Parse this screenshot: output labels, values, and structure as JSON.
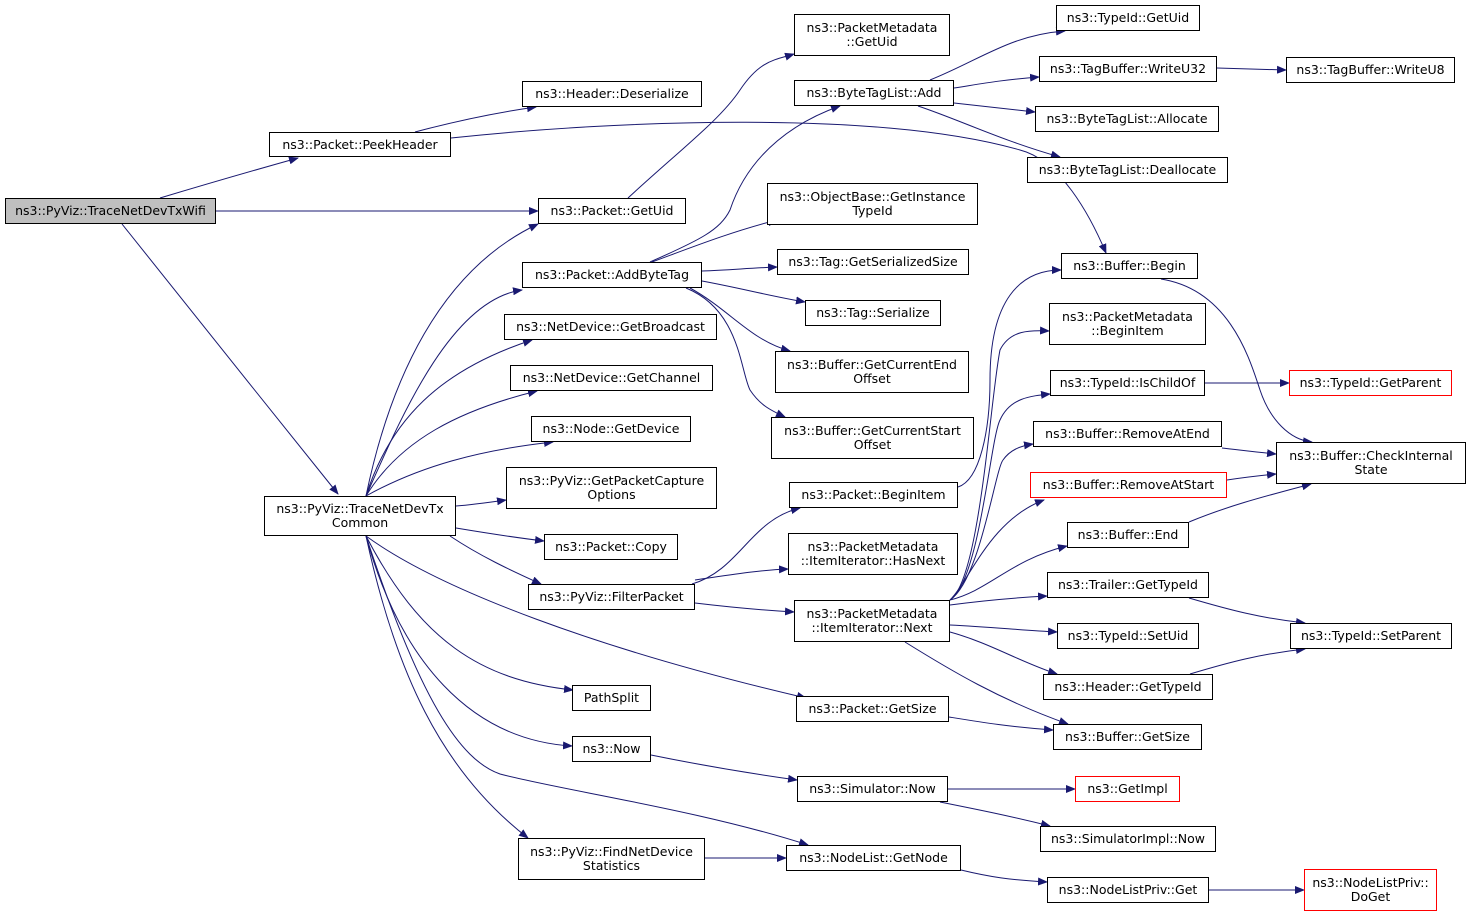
{
  "graph": {
    "edge_color": "#191970",
    "nodes": [
      {
        "id": "root",
        "lines": [
          "ns3::PyViz::TraceNetDevTxWifi"
        ],
        "style": "root"
      },
      {
        "id": "common",
        "lines": [
          "ns3::PyViz::TraceNetDevTx",
          "Common"
        ]
      },
      {
        "id": "peekheader",
        "lines": [
          "ns3::Packet::PeekHeader"
        ]
      },
      {
        "id": "deserialize",
        "lines": [
          "ns3::Header::Deserialize"
        ]
      },
      {
        "id": "getuid",
        "lines": [
          "ns3::Packet::GetUid"
        ]
      },
      {
        "id": "pm_getuid",
        "lines": [
          "ns3::PacketMetadata",
          "::GetUid"
        ]
      },
      {
        "id": "addbytetag",
        "lines": [
          "ns3::Packet::AddByteTag"
        ]
      },
      {
        "id": "btl_add",
        "lines": [
          "ns3::ByteTagList::Add"
        ]
      },
      {
        "id": "typeid_getuid",
        "lines": [
          "ns3::TypeId::GetUid"
        ]
      },
      {
        "id": "tb_writeu32",
        "lines": [
          "ns3::TagBuffer::WriteU32"
        ]
      },
      {
        "id": "tb_writeu8",
        "lines": [
          "ns3::TagBuffer::WriteU8"
        ]
      },
      {
        "id": "btl_alloc",
        "lines": [
          "ns3::ByteTagList::Allocate"
        ]
      },
      {
        "id": "btl_dealloc",
        "lines": [
          "ns3::ByteTagList::Deallocate"
        ]
      },
      {
        "id": "ob_getinst",
        "lines": [
          "ns3::ObjectBase::GetInstance",
          "TypeId"
        ]
      },
      {
        "id": "tag_getser",
        "lines": [
          "ns3::Tag::GetSerializedSize"
        ]
      },
      {
        "id": "tag_ser",
        "lines": [
          "ns3::Tag::Serialize"
        ]
      },
      {
        "id": "buf_curend",
        "lines": [
          "ns3::Buffer::GetCurrentEnd",
          "Offset"
        ]
      },
      {
        "id": "buf_curstart",
        "lines": [
          "ns3::Buffer::GetCurrentStart",
          "Offset"
        ]
      },
      {
        "id": "nd_bcast",
        "lines": [
          "ns3::NetDevice::GetBroadcast"
        ]
      },
      {
        "id": "nd_chan",
        "lines": [
          "ns3::NetDevice::GetChannel"
        ]
      },
      {
        "id": "node_getdev",
        "lines": [
          "ns3::Node::GetDevice"
        ]
      },
      {
        "id": "pcap_opts",
        "lines": [
          "ns3::PyViz::GetPacketCapture",
          "Options"
        ]
      },
      {
        "id": "pkt_copy",
        "lines": [
          "ns3::Packet::Copy"
        ]
      },
      {
        "id": "filterpacket",
        "lines": [
          "ns3::PyViz::FilterPacket"
        ]
      },
      {
        "id": "pathsplit",
        "lines": [
          "PathSplit"
        ]
      },
      {
        "id": "now",
        "lines": [
          "ns3::Now"
        ]
      },
      {
        "id": "findnetdev",
        "lines": [
          "ns3::PyViz::FindNetDevice",
          "Statistics"
        ]
      },
      {
        "id": "beginitem",
        "lines": [
          "ns3::Packet::BeginItem"
        ]
      },
      {
        "id": "hasnext",
        "lines": [
          "ns3::PacketMetadata",
          "::ItemIterator::HasNext"
        ]
      },
      {
        "id": "next",
        "lines": [
          "ns3::PacketMetadata",
          "::ItemIterator::Next"
        ]
      },
      {
        "id": "pkt_getsize",
        "lines": [
          "ns3::Packet::GetSize"
        ]
      },
      {
        "id": "sim_now",
        "lines": [
          "ns3::Simulator::Now"
        ]
      },
      {
        "id": "nl_getnode",
        "lines": [
          "ns3::NodeList::GetNode"
        ]
      },
      {
        "id": "buf_begin",
        "lines": [
          "ns3::Buffer::Begin"
        ]
      },
      {
        "id": "pm_beginitem",
        "lines": [
          "ns3::PacketMetadata",
          "::BeginItem"
        ]
      },
      {
        "id": "ischildof",
        "lines": [
          "ns3::TypeId::IsChildOf"
        ]
      },
      {
        "id": "rmatend",
        "lines": [
          "ns3::Buffer::RemoveAtEnd"
        ]
      },
      {
        "id": "rmatstart",
        "lines": [
          "ns3::Buffer::RemoveAtStart"
        ],
        "style": "red"
      },
      {
        "id": "buf_end",
        "lines": [
          "ns3::Buffer::End"
        ]
      },
      {
        "id": "tr_gettypeid",
        "lines": [
          "ns3::Trailer::GetTypeId"
        ]
      },
      {
        "id": "setuid",
        "lines": [
          "ns3::TypeId::SetUid"
        ]
      },
      {
        "id": "hdr_gettypeid",
        "lines": [
          "ns3::Header::GetTypeId"
        ]
      },
      {
        "id": "buf_getsize",
        "lines": [
          "ns3::Buffer::GetSize"
        ]
      },
      {
        "id": "getimpl",
        "lines": [
          "ns3::GetImpl"
        ],
        "style": "red"
      },
      {
        "id": "simimpl_now",
        "lines": [
          "ns3::SimulatorImpl::Now"
        ]
      },
      {
        "id": "nlp_get",
        "lines": [
          "ns3::NodeListPriv::Get"
        ]
      },
      {
        "id": "typeid_getparent",
        "lines": [
          "ns3::TypeId::GetParent"
        ],
        "style": "red"
      },
      {
        "id": "checkinternal",
        "lines": [
          "ns3::Buffer::CheckInternal",
          "State"
        ]
      },
      {
        "id": "setparent",
        "lines": [
          "ns3::TypeId::SetParent"
        ]
      },
      {
        "id": "nlp_doget",
        "lines": [
          "ns3::NodeListPriv::",
          "DoGet"
        ],
        "style": "red"
      }
    ]
  }
}
